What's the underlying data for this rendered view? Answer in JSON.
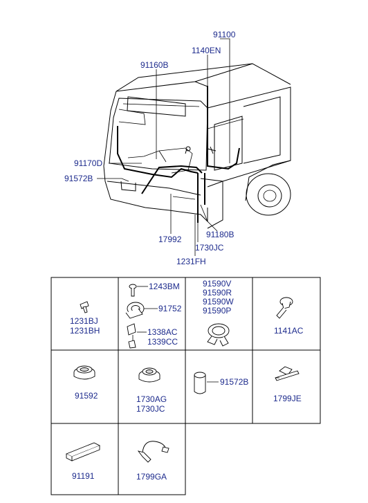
{
  "callouts": {
    "p91100": "91100",
    "p1140EN": "1140EN",
    "p91160B": "91160B",
    "p91170D": "91170D",
    "p91572B": "91572B",
    "p17992": "17992",
    "p91180B": "91180B",
    "p1730JC": "1730JC",
    "p1231FH": "1231FH"
  },
  "parts_table": {
    "cell1": [
      "1231BJ",
      "1231BH"
    ],
    "cell2": {
      "top": "1243BM",
      "mid": "91752",
      "bottom": [
        "1338AC",
        "1339CC"
      ]
    },
    "cell3": [
      "91590V",
      "91590R",
      "91590W",
      "91590P"
    ],
    "cell4": "1141AC",
    "cell5": "91592",
    "cell6": [
      "1730AG",
      "1730JC"
    ],
    "cell7": "91572B",
    "cell8": "1799JE",
    "cell9": "91191",
    "cell10": "1799GA"
  }
}
